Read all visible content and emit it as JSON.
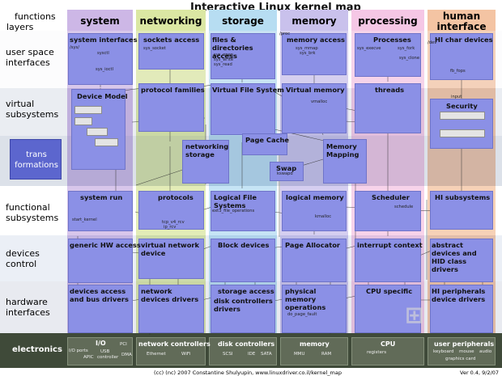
{
  "title": "Interactive Linux kernel map",
  "corner": {
    "functions": "functions",
    "layers": "layers"
  },
  "columns": [
    "system",
    "networking",
    "storage",
    "memory",
    "processing",
    "human interface"
  ],
  "rows": [
    "user space interfaces",
    "virtual subsystems",
    "trans formations",
    "functional subsystems",
    "devices control",
    "hardware interfaces",
    "electronics"
  ],
  "boxes": {
    "system_interfaces": "system interfaces",
    "device_model": "Device Model",
    "system_run": "system run",
    "generic_hw_access": "generic HW access",
    "devices_access_bus_drivers": "devices access and bus drivers",
    "sockets_access": "sockets access",
    "protocol_families": "protocol families",
    "networking_storage": "networking storage",
    "protocols": "protocols",
    "virtual_network_device": "virtual network device",
    "network_devices_drivers": "network devices drivers",
    "files_dirs_access": "files & directories access",
    "virtual_file_system": "Virtual File System",
    "page_cache": "Page Cache",
    "swap": "Swap",
    "logical_file_systems": "Logical File Systems",
    "block_devices": "Block devices",
    "storage_access": "storage access",
    "disk_controllers_drivers": "disk controllers drivers",
    "memory_access": "memory access",
    "virtual_memory": "Virtual memory",
    "memory_mapping": "Memory Mapping",
    "logical_memory": "logical memory",
    "page_allocator": "Page Allocator",
    "physical_memory_ops": "physical memory operations",
    "processes": "Processes",
    "threads": "threads",
    "scheduler": "Scheduler",
    "interrupt_context": "interrupt context",
    "cpu_specific": "CPU specific",
    "hi_char_devices": "HI char devices",
    "security": "Security",
    "hi_subsystems": "HI subsystems",
    "abstract_devices": "abstract devices and HID class drivers",
    "hi_peripherals": "HI peripherals device drivers"
  },
  "electronics": {
    "io": "I/O",
    "network_controllers": "network controllers",
    "disk_controllers": "disk controllers",
    "memory": "memory",
    "cpu": "CPU",
    "user_peripherals": "user peripherals",
    "io_ports": "I/O ports",
    "apic": "APIC",
    "pci": "PCI",
    "usb": "USB",
    "controller": "controller",
    "dma": "DMA",
    "ethernet": "Ethernet",
    "wifi": "WiFi",
    "scsi": "SCSI",
    "ide": "IDE",
    "sata": "SATA",
    "mmu": "MMU",
    "ram": "RAM",
    "registers": "registers",
    "keyboard": "keyboard",
    "mouse": "mouse",
    "audio": "audio",
    "graphics_card": "graphics card"
  },
  "labels": {
    "sys": "/sys/",
    "proc": "/proc",
    "dev": "/dev",
    "sysctl": "sysctl",
    "sys_ioctl": "sys_ioctl",
    "sys_socket": "sys_socket",
    "sys_read": "sys_read",
    "sys_write": "sys_write",
    "sys_open": "sys_open",
    "sys_mmap": "sys_mmap",
    "sys_brk": "sys_brk",
    "sys_fork": "sys_fork",
    "sys_execve": "sys_execve",
    "sys_clone": "sys_clone",
    "kmalloc": "kmalloc",
    "vmalloc": "vmalloc",
    "kswapd": "kswapd",
    "schedule": "schedule",
    "do_page_fault": "do_page_fault",
    "start_kernel": "start_kernel",
    "tcp_v4_rcv": "tcp_v4_rcv",
    "ip_rcv": "ip_rcv",
    "ext3_file_operations": "ext3_file_operations",
    "input": "input",
    "fb_fops": "fb_fops"
  },
  "footer": {
    "credit": "(cc) (nc) 2007 Constantine Shulyupin, www.linuxdriver.co.il/kernel_map",
    "version": "Ver 0.4, 9/2/07"
  }
}
